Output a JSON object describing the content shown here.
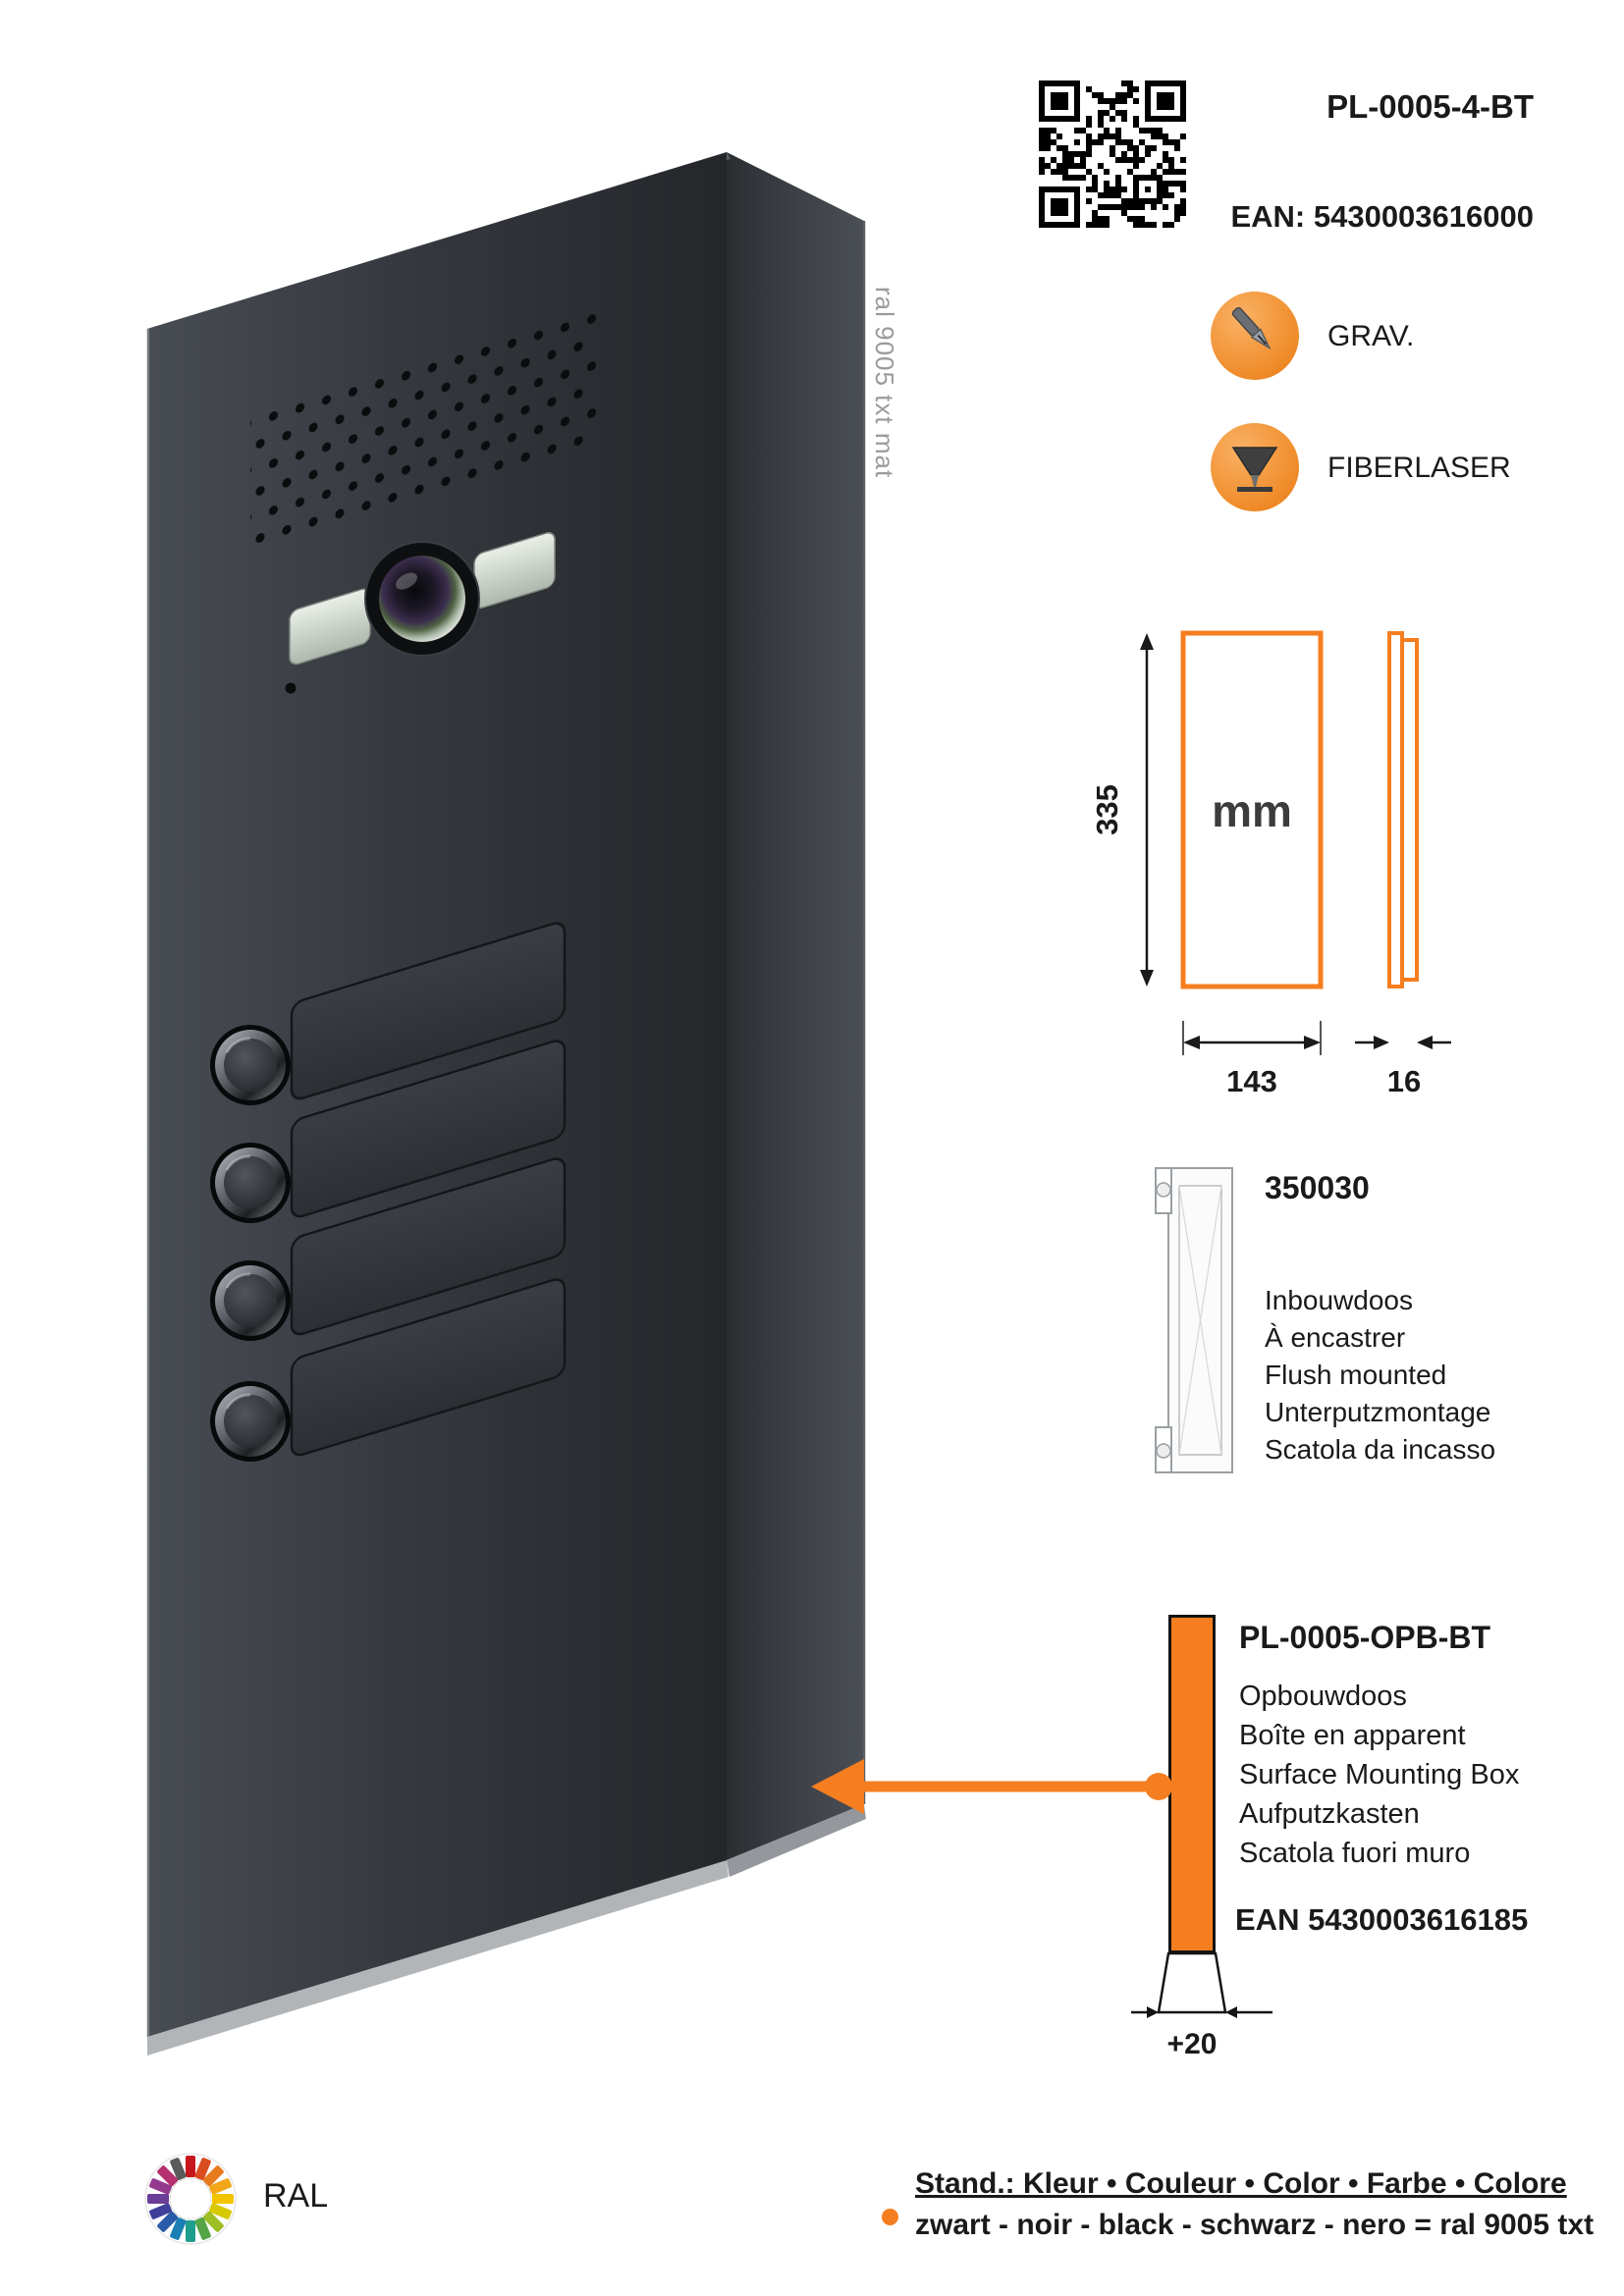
{
  "header": {
    "product_code": "PL-0005-4-BT",
    "ean": "EAN: 5430003616000"
  },
  "panel": {
    "finish_note": "ral 9005 txt mat",
    "button_count": 4
  },
  "services": [
    {
      "label": "GRAV.",
      "icon": "engraving-pen-icon"
    },
    {
      "label": "FIBERLASER",
      "icon": "laser-cone-icon"
    }
  ],
  "dimensions": {
    "unit": "mm",
    "height": "335",
    "width": "143",
    "depth": "16"
  },
  "flush_box": {
    "code": "350030",
    "names": [
      "Inbouwdoos",
      "À encastrer",
      "Flush mounted",
      "Unterputzmontage",
      "Scatola da incasso"
    ]
  },
  "surface_box": {
    "code": "PL-0005-OPB-BT",
    "names": [
      "Opbouwdoos",
      "Boîte en apparent",
      "Surface Mounting Box",
      "Aufputzkasten",
      "Scatola fuori muro"
    ],
    "ean": "EAN 5430003616185",
    "added_depth": "+20"
  },
  "footer": {
    "ral": "RAL",
    "line1": "Stand.: Kleur • Couleur • Color • Farbe • Colore",
    "line2": "zwart  - noir - black - schwarz - nero = ral 9005 txt"
  },
  "icons": {
    "qr": "qr-code",
    "engraving": "engraving-pen-icon",
    "fiberlaser": "laser-cone-icon",
    "ral": "ral-color-fan-icon"
  },
  "colors": {
    "accent_orange": "#F57E20",
    "panel_dark": "#35383E",
    "note_gray": "#9B9B9B",
    "text": "#1A1A1A"
  }
}
